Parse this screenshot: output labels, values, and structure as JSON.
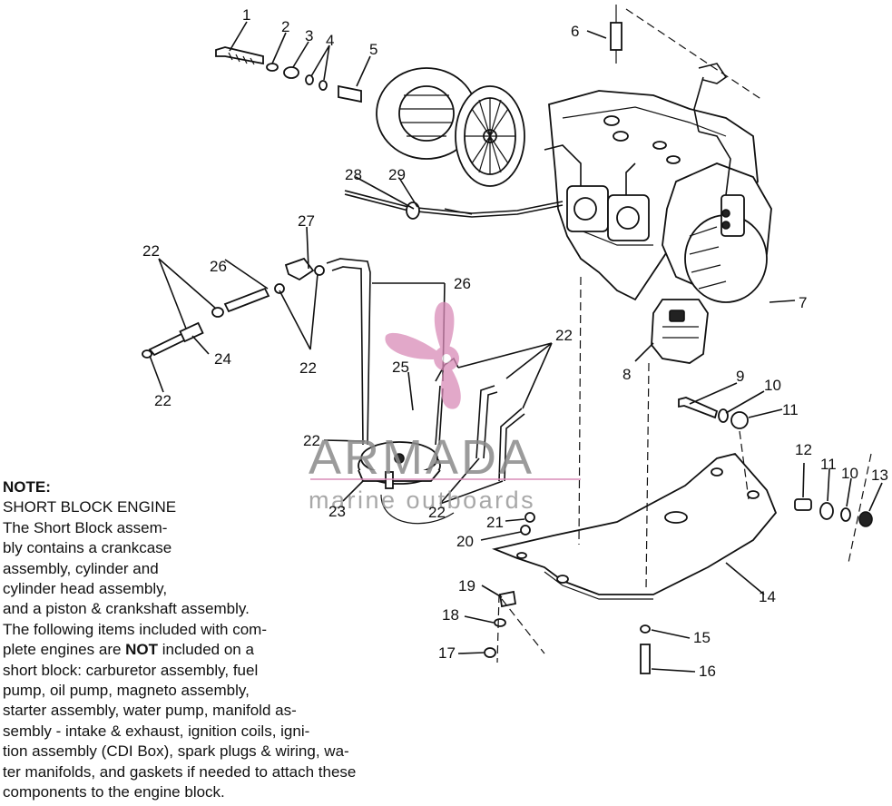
{
  "callouts": [
    "1",
    "2",
    "3",
    "4",
    "5",
    "6",
    "7",
    "8",
    "9",
    "10",
    "11",
    "12",
    "13",
    "14",
    "15",
    "16",
    "17",
    "18",
    "19",
    "20",
    "21",
    "22",
    "23",
    "24",
    "25",
    "26",
    "27",
    "28",
    "29"
  ],
  "note": {
    "title": "NOTE:",
    "lines": [
      "SHORT BLOCK ENGINE",
      "The Short Block assem-",
      "bly contains a crankcase",
      "assembly, cylinder and",
      "cylinder head assembly,",
      "and a piston & crankshaft assembly.",
      "The following items included with com-",
      "plete engines are ",
      "short block:  carburetor assembly, fuel",
      "pump, oil pump, magneto assembly,",
      "starter assembly, water pump, manifold as-",
      "sembly - intake & exhaust, ignition coils, igni-",
      "tion assembly (CDI Box), spark plugs & wiring, wa-",
      "ter manifolds, and gaskets if needed to attach these",
      "components to the engine block."
    ],
    "bold_word": "NOT",
    "line8_rest": " included on a"
  },
  "watermark": {
    "brand": "ARMADA",
    "tagline": "marine outboards",
    "color_accent": "#d98bb8",
    "color_text": "#8a8a8a"
  }
}
